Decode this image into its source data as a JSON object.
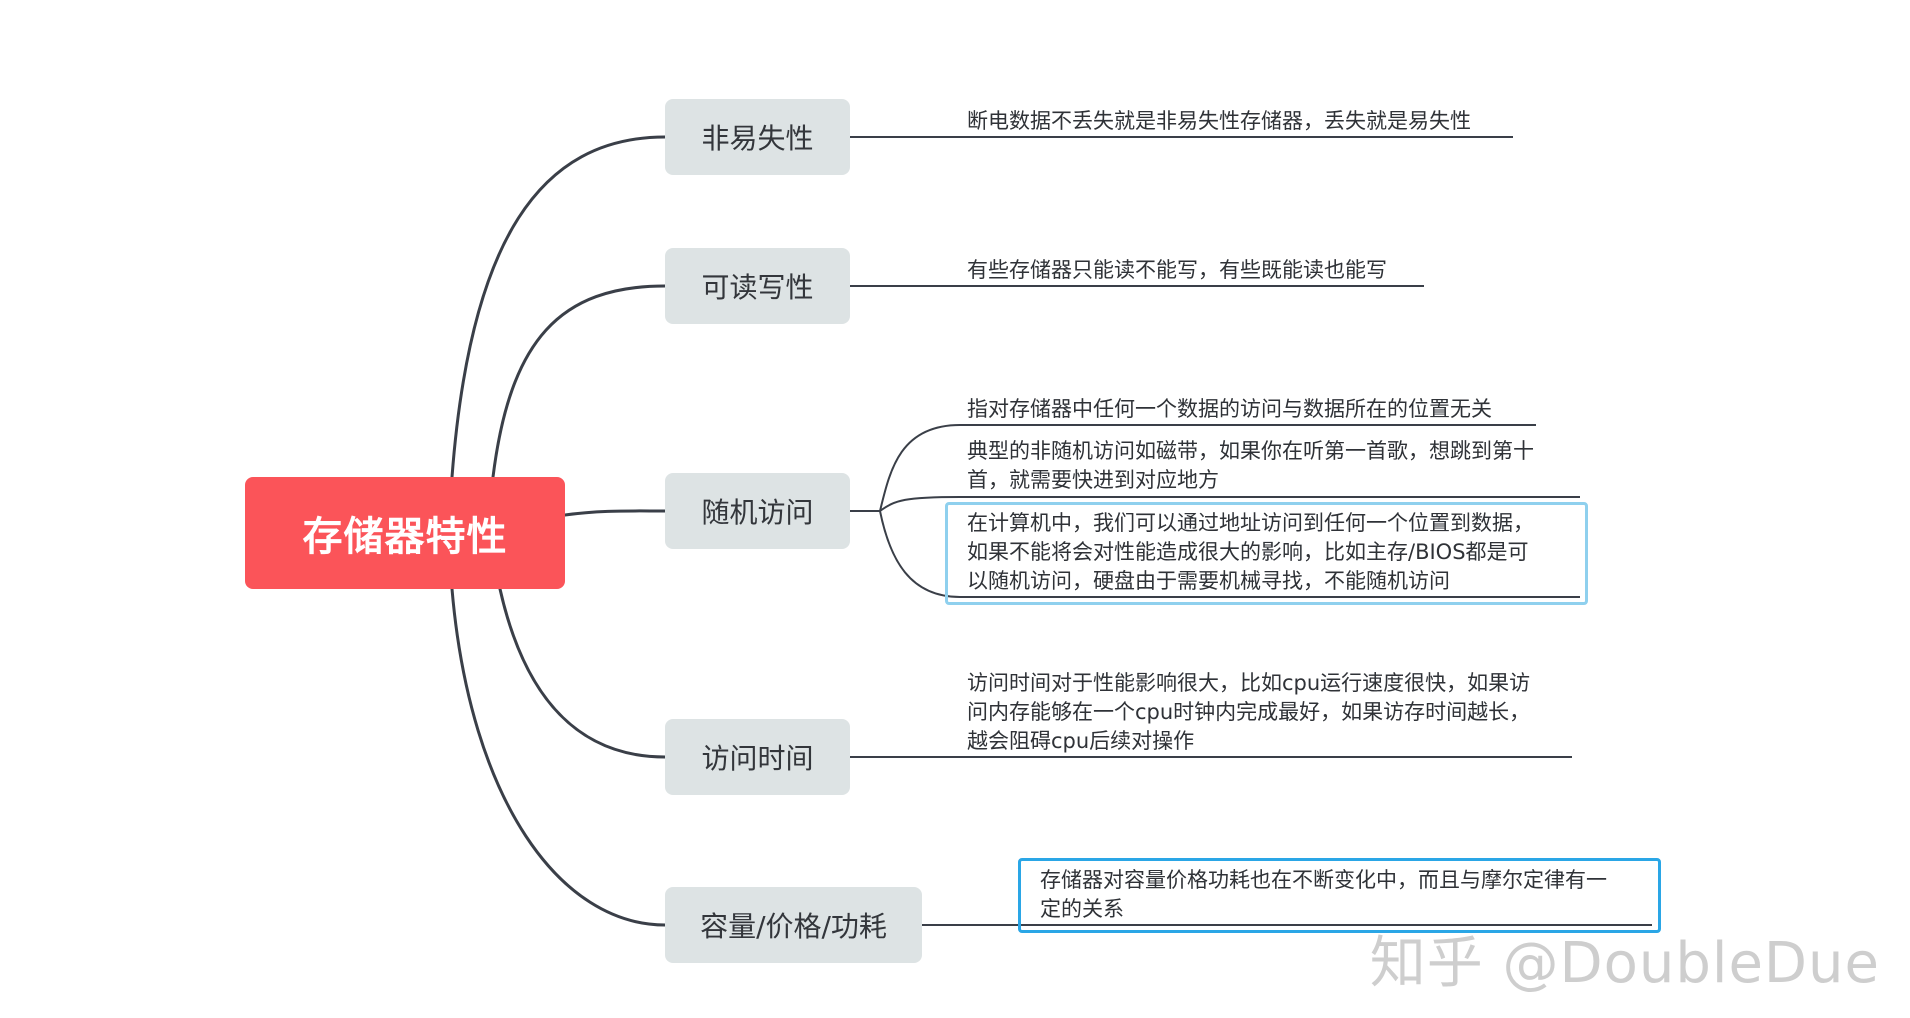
{
  "root": {
    "label": "存储器特性",
    "color": "#fb5459"
  },
  "topics": [
    {
      "label": "非易失性",
      "notes": [
        {
          "lines": [
            "断电数据不丢失就是非易失性存储器，丢失就是易失性"
          ]
        }
      ]
    },
    {
      "label": "可读写性",
      "notes": [
        {
          "lines": [
            "有些存储器只能读不能写，有些既能读也能写"
          ]
        }
      ]
    },
    {
      "label": "随机访问",
      "notes": [
        {
          "lines": [
            "指对存储器中任何一个数据的访问与数据所在的位置无关"
          ]
        },
        {
          "lines": [
            "典型的非随机访问如磁带，如果你在听第一首歌，想跳到第十",
            "首，就需要快进到对应地方"
          ]
        },
        {
          "lines": [
            "在计算机中，我们可以通过地址访问到任何一个位置到数据，",
            "如果不能将会对性能造成很大的影响，比如主存/BIOS都是可",
            "以随机访问，硬盘由于需要机械寻找，不能随机访问"
          ]
        }
      ]
    },
    {
      "label": "访问时间",
      "notes": [
        {
          "lines": [
            "访问时间对于性能影响很大，比如cpu运行速度很快，如果访",
            "问内存能够在一个cpu时钟内完成最好，如果访存时间越长，",
            "越会阻碍cpu后续对操作"
          ]
        }
      ]
    },
    {
      "label": "容量/价格/功耗",
      "notes": [
        {
          "lines": [
            "存储器对容量价格功耗也在不断变化中，而且与摩尔定律有一",
            "定的关系"
          ]
        }
      ]
    }
  ],
  "watermark": "知乎 @DoubleDue",
  "colors": {
    "topic_fill": "#dde3e4",
    "connector": "#3a3f48",
    "selection_light": "#8fd0ee",
    "selection_strong": "#2aa6e6"
  }
}
